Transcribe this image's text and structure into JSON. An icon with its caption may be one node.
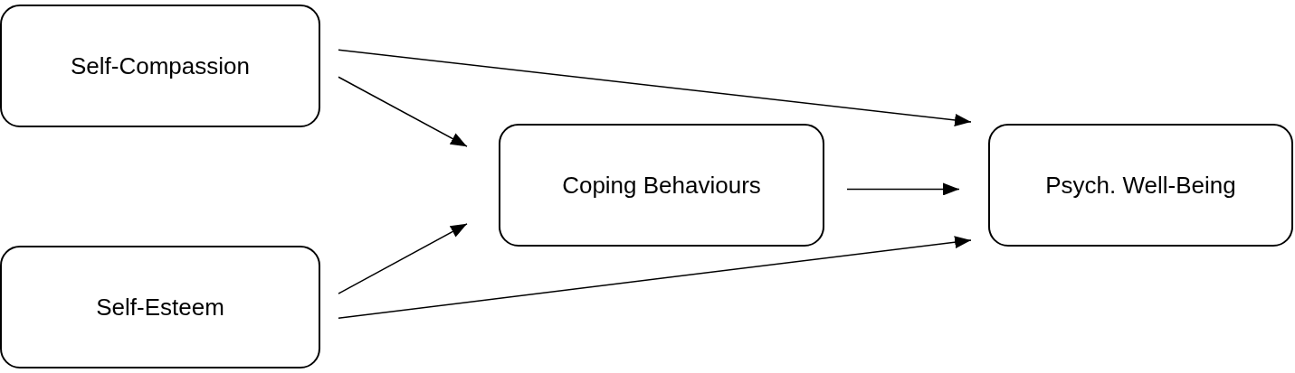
{
  "diagram": {
    "nodes": [
      {
        "text": [
          "Self-Compassion"
        ]
      },
      {
        "text": [
          "Self-Esteem"
        ]
      },
      {
        "text": [
          "Coping Behaviours"
        ]
      },
      {
        "text": [
          "Psych. Well-Being"
        ]
      }
    ],
    "edges": [
      {
        "from": 0,
        "to": 3,
        "arrow": "to"
      },
      {
        "from": 0,
        "to": 2,
        "arrow": "to"
      },
      {
        "from": 2,
        "to": 3,
        "arrow": "to"
      },
      {
        "from": 1,
        "to": 2,
        "arrow": "to"
      },
      {
        "from": 1,
        "to": 3,
        "arrow": "to"
      }
    ]
  }
}
